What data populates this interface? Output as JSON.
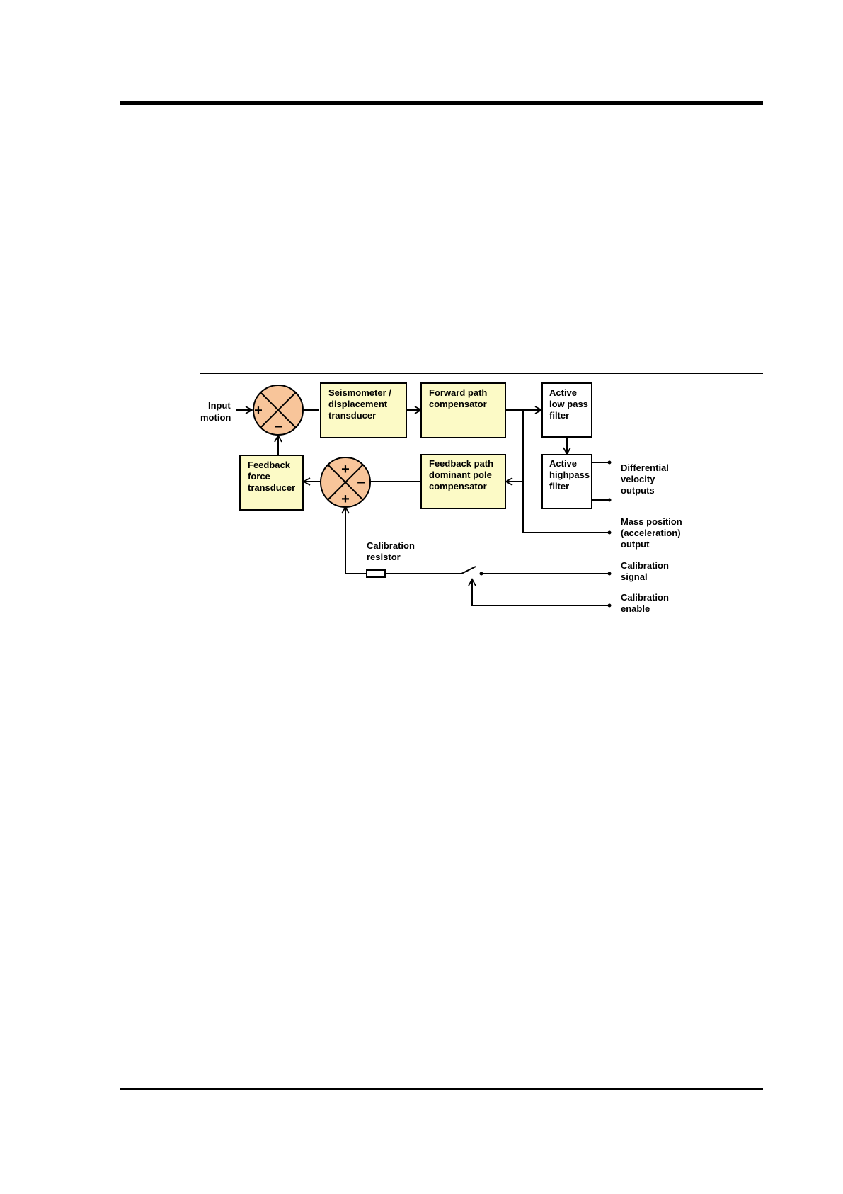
{
  "colors": {
    "block_fill": "#FCFAC6",
    "summer_fill": "#F8C59A",
    "white_block": "#FFFFFF",
    "line": "#000000"
  },
  "diagram": {
    "input_label": [
      "Input",
      "motion"
    ],
    "blocks": {
      "seismometer": [
        "Seismometer /",
        "displacement",
        "transducer"
      ],
      "forward_path": [
        "Forward path",
        "compensator"
      ],
      "active_lowpass": [
        "Active",
        "low pass",
        "filter"
      ],
      "active_highpass": [
        "Active",
        "highpass",
        "filter"
      ],
      "feedback_path": [
        "Feedback path",
        "dominant pole",
        "compensator"
      ],
      "feedback_force": [
        "Feedback",
        "force",
        "transducer"
      ]
    },
    "summer1_signs": {
      "left": "+",
      "bottom": "–"
    },
    "summer2_signs": {
      "top": "+",
      "right": "–",
      "bottom": "+"
    },
    "calibration_resistor": [
      "Calibration",
      "resistor"
    ],
    "outputs": {
      "differential_velocity": [
        "Differential",
        "velocity",
        "outputs"
      ],
      "mass_position": [
        "Mass position",
        "(acceleration)",
        "output"
      ],
      "calibration_signal": [
        "Calibration",
        "signal"
      ],
      "calibration_enable": [
        "Calibration",
        "enable"
      ]
    }
  }
}
